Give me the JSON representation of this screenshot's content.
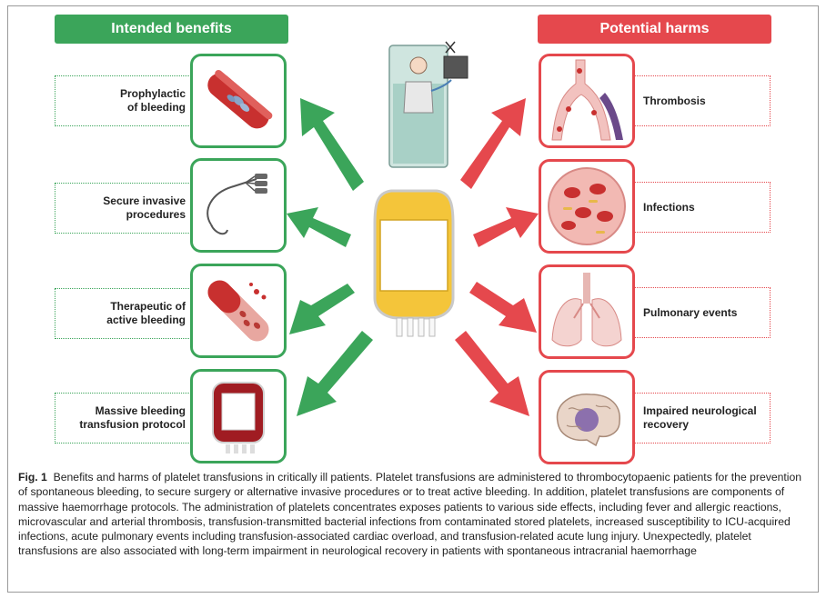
{
  "headers": {
    "benefits": "Intended benefits",
    "harms": "Potential harms"
  },
  "benefits": [
    {
      "label_line1": "Prophylactic",
      "label_line2": "of bleeding",
      "icon": "blood-vessel-icon"
    },
    {
      "label_line1": "Secure invasive",
      "label_line2": "procedures",
      "icon": "catheter-icon"
    },
    {
      "label_line1": "Therapeutic of",
      "label_line2": "active bleeding",
      "icon": "bleeding-vessel-icon"
    },
    {
      "label_line1": "Massive bleeding",
      "label_line2": "transfusion protocol",
      "icon": "blood-bag-icon"
    }
  ],
  "harms": [
    {
      "label_line1": "Thrombosis",
      "label_line2": "",
      "icon": "thrombosis-vessel-icon"
    },
    {
      "label_line1": "Infections",
      "label_line2": "",
      "icon": "infected-blood-icon"
    },
    {
      "label_line1": "Pulmonary events",
      "label_line2": "",
      "icon": "lungs-icon"
    },
    {
      "label_line1": "Impaired neurological",
      "label_line2": "recovery",
      "icon": "brain-icon"
    }
  ],
  "colors": {
    "benefit": "#3ba55a",
    "harm": "#e5484d",
    "platelet_bag": "#f4c53a"
  },
  "caption": {
    "label": "Fig. 1",
    "text": "Benefits and harms of platelet transfusions in critically ill patients. Platelet transfusions are administered to thrombocytopaenic patients for the prevention of spontaneous bleeding, to secure surgery or alternative invasive procedures or to treat active bleeding. In addition, platelet transfusions are components of massive haemorrhage protocols. The administration of platelets concentrates exposes patients to various side effects, including fever and allergic reactions, microvascular and arterial thrombosis, transfusion-transmitted bacterial infections from contaminated stored platelets, increased susceptibility to ICU-acquired infections, acute pulmonary events including transfusion-associated cardiac overload, and transfusion-related acute lung injury. Unexpectedly, platelet transfusions are also associated with long-term impairment in neurological recovery in patients with spontaneous intracranial haemorrhage"
  }
}
